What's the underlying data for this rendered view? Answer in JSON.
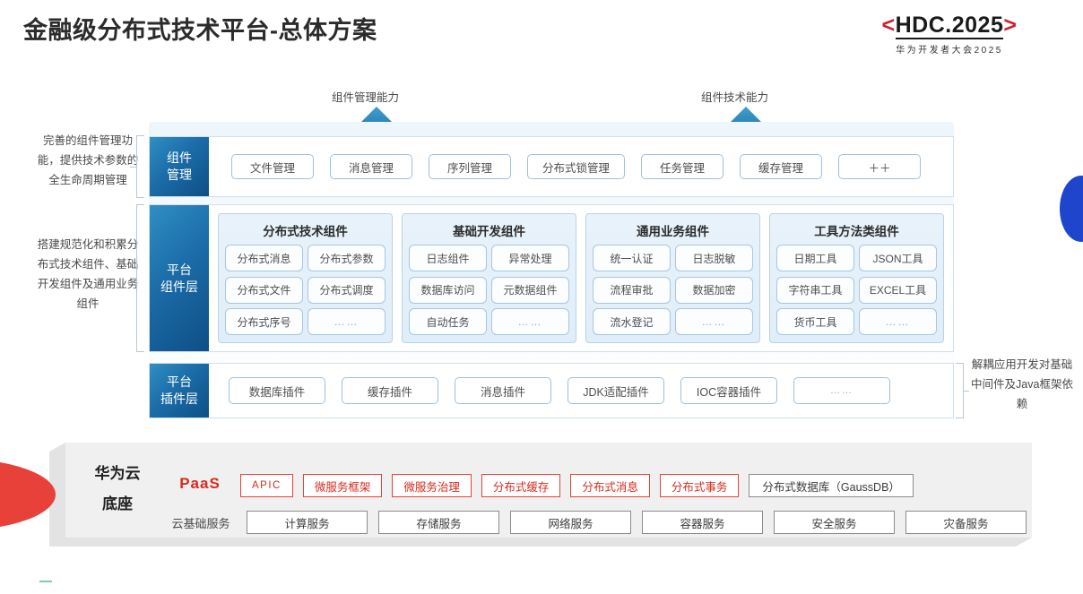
{
  "header": {
    "title": "金融级分布式技术平台-总体方案",
    "logo_main": "HDC.2025",
    "logo_bracket_left": "<",
    "logo_bracket_right": ">",
    "logo_sub": "华为开发者大会2025"
  },
  "arrows": [
    {
      "id": "component-management-capability",
      "label": "组件管理能力"
    },
    {
      "id": "component-technology-capability",
      "label": "组件技术能力"
    }
  ],
  "notes": {
    "left_top": "完善的组件管理功能，提供技术参数的全生命周期管理",
    "left_mid": "搭建规范化和积累分布式技术组件、基础开发组件及通用业务组件",
    "right": "解耦应用开发对基础中间件及Java框架依赖"
  },
  "layers": {
    "component_management": {
      "label_line1": "组件",
      "label_line2": "管理",
      "items": [
        "文件管理",
        "消息管理",
        "序列管理",
        "分布式锁管理",
        "任务管理",
        "缓存管理",
        "＋＋"
      ]
    },
    "platform_component": {
      "label_line1": "平台",
      "label_line2": "组件层",
      "groups": [
        {
          "title": "分布式技术组件",
          "items": [
            "分布式消息",
            "分布式参数",
            "分布式文件",
            "分布式调度",
            "分布式序号",
            "……"
          ]
        },
        {
          "title": "基础开发组件",
          "items": [
            "日志组件",
            "异常处理",
            "数据库访问",
            "元数据组件",
            "自动任务",
            "……"
          ]
        },
        {
          "title": "通用业务组件",
          "items": [
            "统一认证",
            "日志脱敏",
            "流程审批",
            "数据加密",
            "流水登记",
            "……"
          ]
        },
        {
          "title": "工具方法类组件",
          "items": [
            "日期工具",
            "JSON工具",
            "字符串工具",
            "EXCEL工具",
            "货币工具",
            "……"
          ]
        }
      ]
    },
    "platform_plugin": {
      "label_line1": "平台",
      "label_line2": "插件层",
      "items": [
        "数据库插件",
        "缓存插件",
        "消息插件",
        "JDK适配插件",
        "IOC容器插件",
        "……"
      ]
    }
  },
  "cloud_base": {
    "title_line1": "华为云",
    "title_line2": "底座",
    "paas_label": "PaaS",
    "infra_label": "云基础服务",
    "paas_items": [
      {
        "label": "APIC",
        "style": "red"
      },
      {
        "label": "微服务框架",
        "style": "red"
      },
      {
        "label": "微服务治理",
        "style": "red"
      },
      {
        "label": "分布式缓存",
        "style": "red"
      },
      {
        "label": "分布式消息",
        "style": "red"
      },
      {
        "label": "分布式事务",
        "style": "red"
      },
      {
        "label": "分布式数据库（GaussDB）",
        "style": "gray"
      }
    ],
    "infra_items": [
      "计算服务",
      "存储服务",
      "网络服务",
      "容器服务",
      "安全服务",
      "灾备服务"
    ]
  },
  "colors": {
    "brand_red": "#d52b1e",
    "accent_blue": "#1b6ca8",
    "arrow_blue": "#1f6fa8",
    "decor_blue": "#1f45cc"
  }
}
